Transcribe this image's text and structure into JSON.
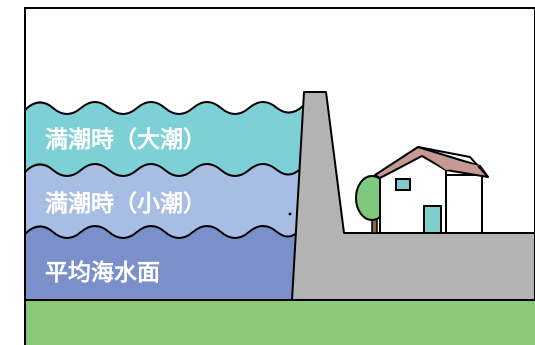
{
  "levels": {
    "spring_high_tide": "満潮時（大潮）",
    "neap_high_tide": "満潮時（小潮）",
    "mean_sea_level": "平均海水面"
  },
  "colors": {
    "spring_high_tide_water": "#7dd0d6",
    "neap_high_tide_water": "#a8bde3",
    "mean_sea_level_water": "#7b8fcb",
    "seawall": "#b3b3b3",
    "ground": "#8bc97a",
    "tree": "#7fc97e",
    "roof": "#c49a93",
    "house": "#ffffff",
    "door": "#7fcccd",
    "window": "#7fcccd",
    "outline": "#000000"
  }
}
